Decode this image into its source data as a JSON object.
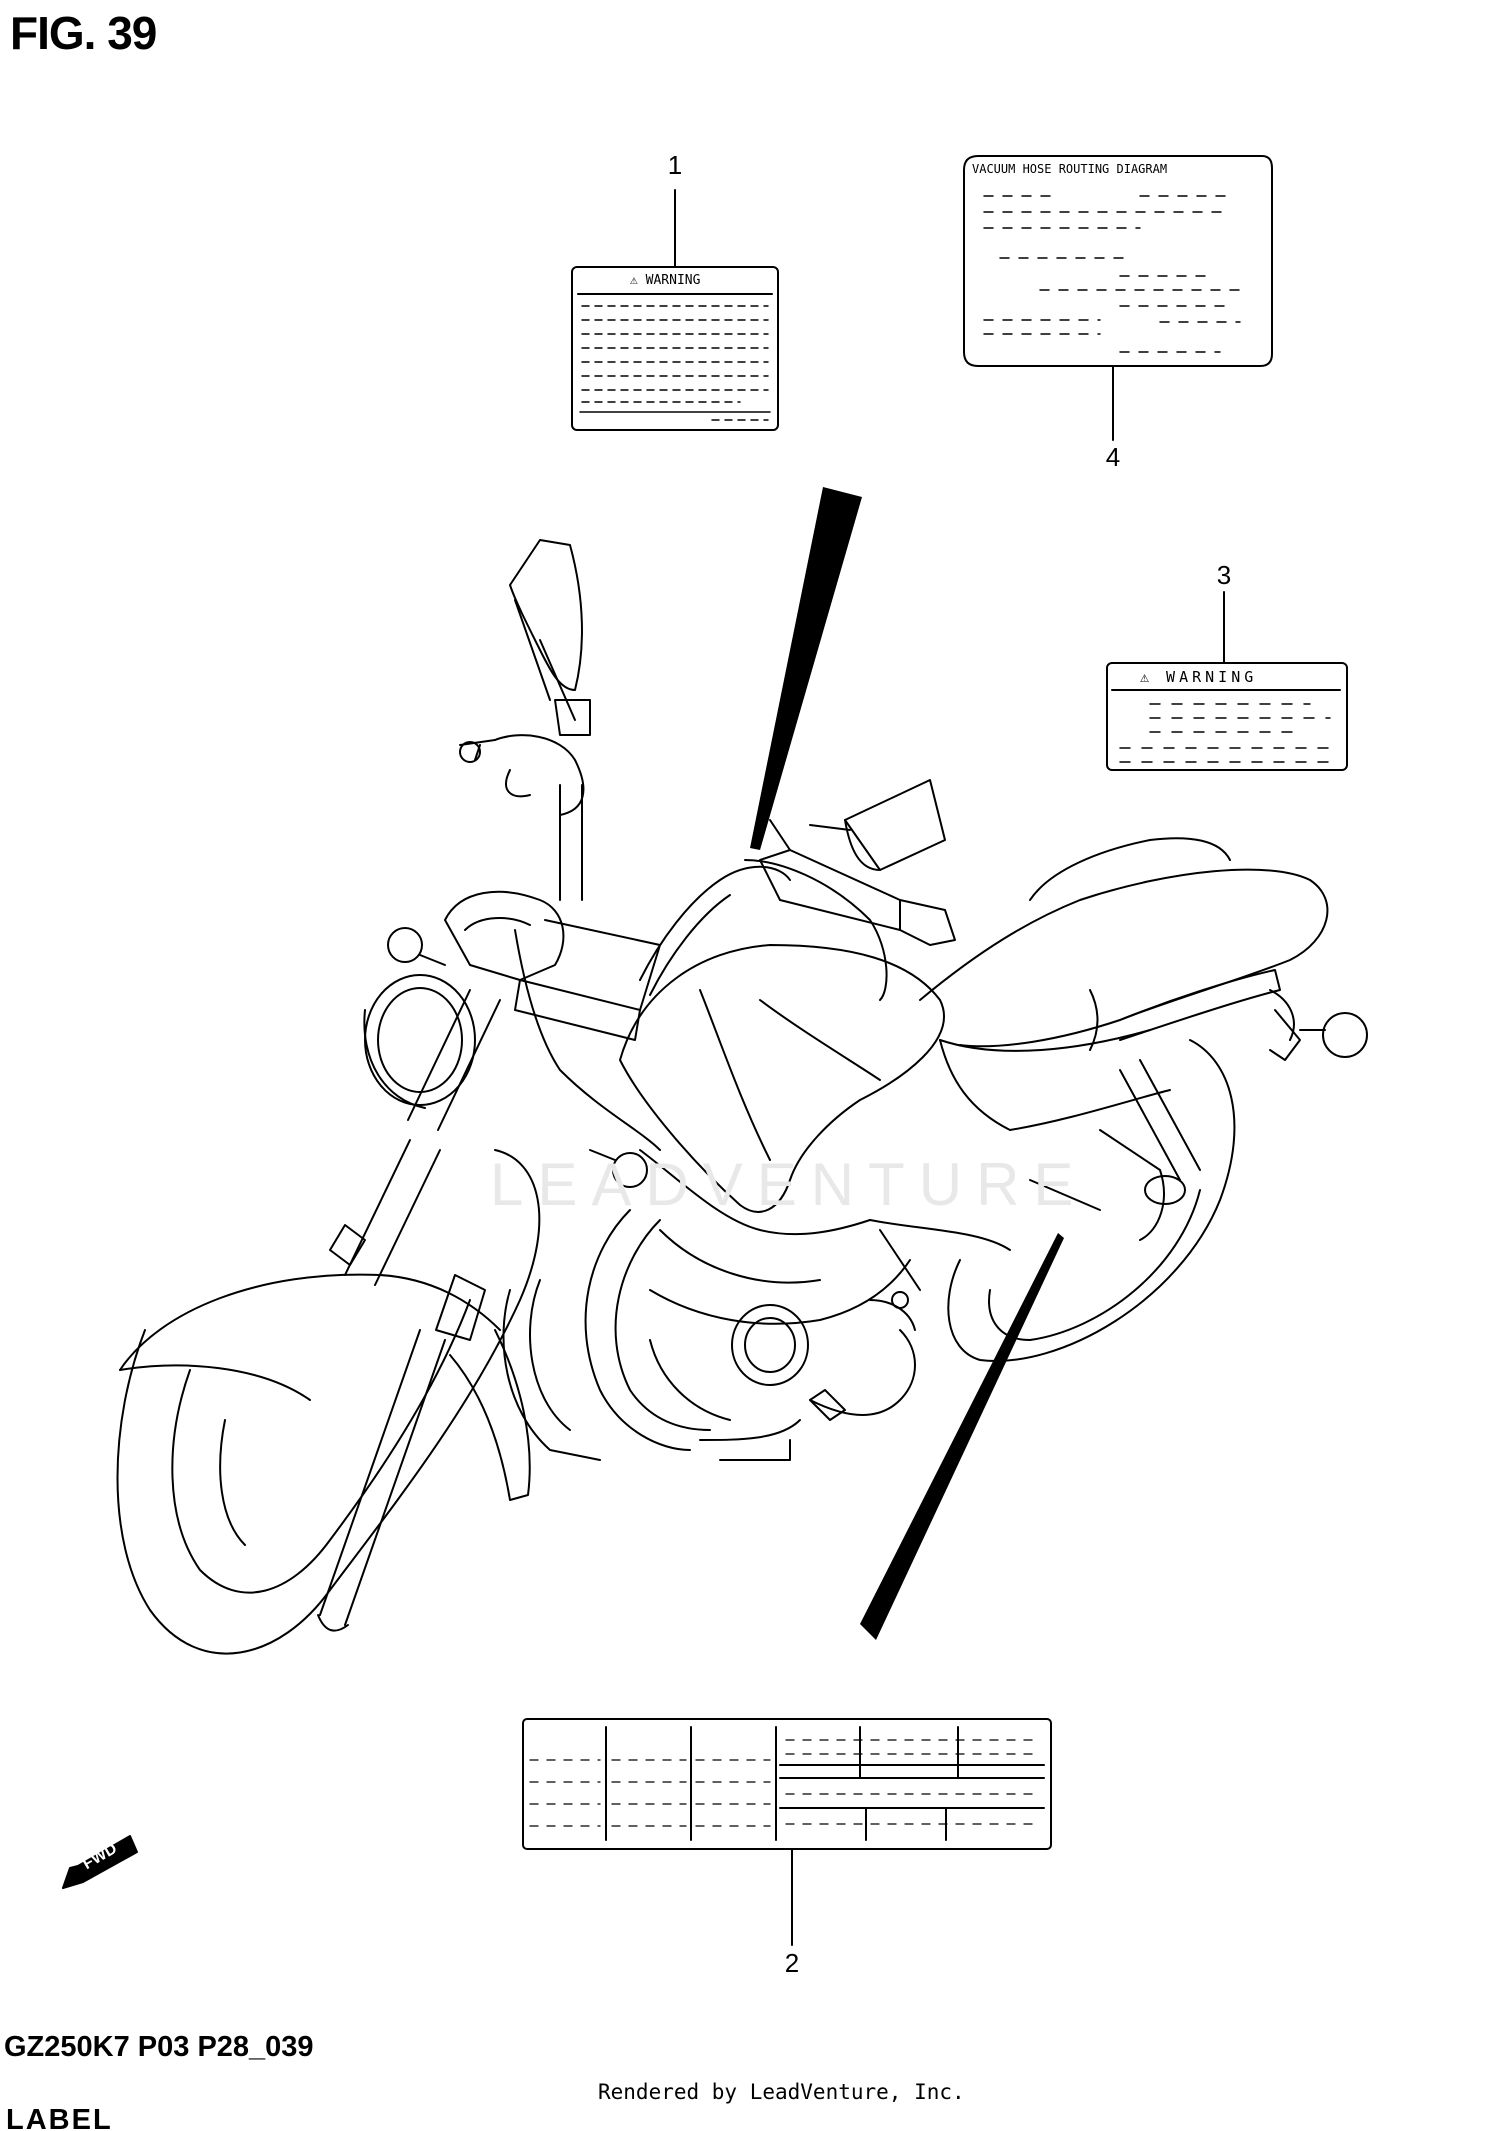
{
  "figure": {
    "title": "FIG. 39",
    "model_code": "GZ250K7 P03 P28_039",
    "section": "LABEL",
    "render_credit": "Rendered by LeadVenture, Inc.",
    "watermark": "LEADVENTURE"
  },
  "callouts": [
    {
      "number": "1",
      "part": "warning-label"
    },
    {
      "number": "2",
      "part": "information-label"
    },
    {
      "number": "3",
      "part": "warning-label"
    },
    {
      "number": "4",
      "part": "vacuum-hose-routing-label"
    }
  ],
  "labels": {
    "label_1_heading": "⚠ WARNING",
    "label_3_heading": "⚠ WARNING",
    "label_4_heading": "VACUUM HOSE ROUTING DIAGRAM"
  },
  "fwd_indicator": "FWD"
}
